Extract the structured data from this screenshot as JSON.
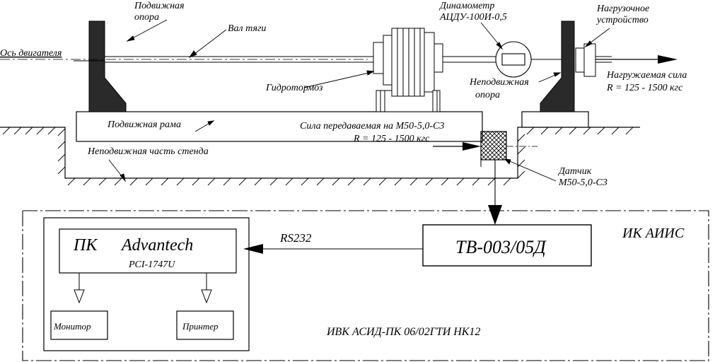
{
  "labels": {
    "movable_support": [
      "Подвижная",
      "опора"
    ],
    "thrust_shaft": "Вал тяги",
    "engine_axis": "Ось двигателя",
    "dynamometer": [
      "Динамометр",
      "АЦДУ-100И-0,5"
    ],
    "load_device": [
      "Нагрузочное",
      "устройство"
    ],
    "hydrobrake": "Гидротормоз",
    "fixed_support": [
      "Неподвижная",
      "опора"
    ],
    "applied_force": [
      "Нагружаемая сила",
      "R = 125 - 1500 кгс"
    ],
    "movable_frame": "Подвижная рама",
    "transmitted_force": [
      "Сила передаваемая на М50-5,0-С3",
      "R = 125 - 1500 кгс"
    ],
    "fixed_stand_part": "Неподвижная часть стенда",
    "sensor": [
      "Датчик",
      "М50-5,0-С3"
    ],
    "interface": "RS232",
    "pc": "ПК",
    "pc_brand": "Advantech",
    "pc_card": "PCI-1747U",
    "converter": "ТВ-003/05Д",
    "ik": "ИК   АИИС",
    "monitor": "Монитор",
    "printer": "Принтер",
    "ivk": "ИВК   АСИД-ПК 06/02ГТИ НК12"
  }
}
